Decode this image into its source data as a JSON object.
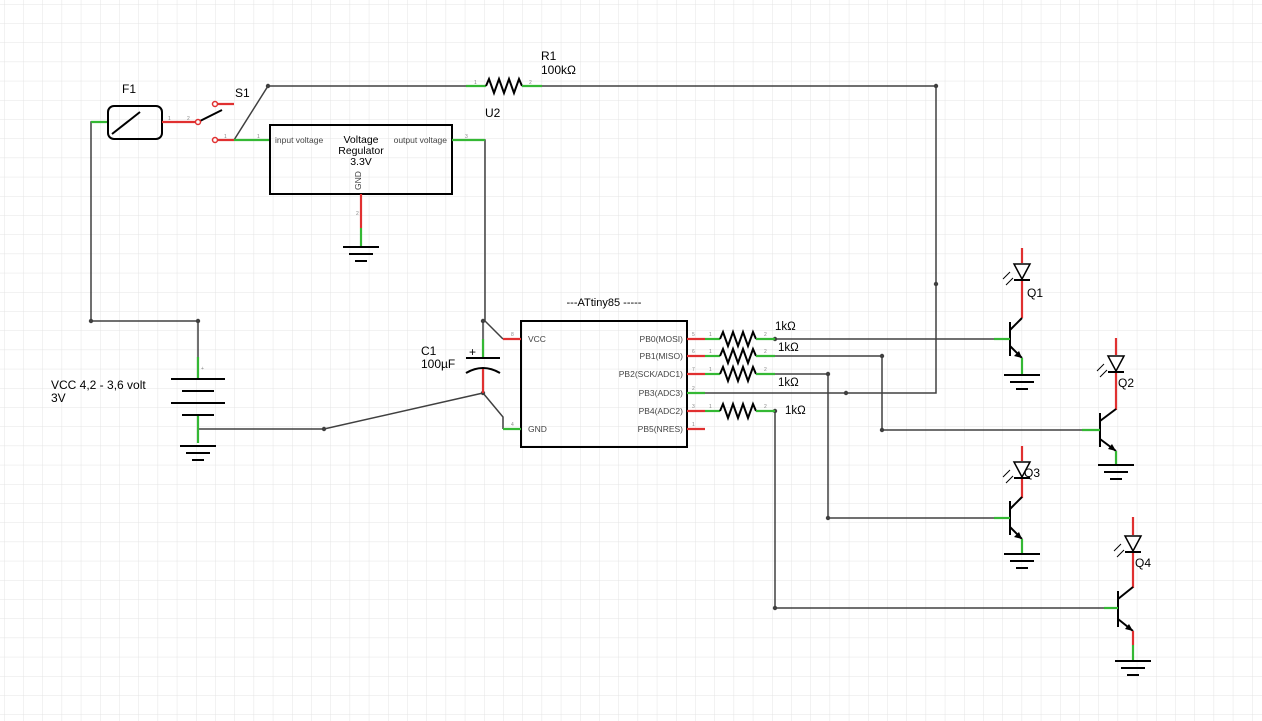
{
  "colors": {
    "grid": "#e4e4e4",
    "wire": "#404040",
    "pin_red": "#e03030",
    "pin_green": "#34b834",
    "component": "#000000"
  },
  "components": {
    "fuse": {
      "ref": "F1"
    },
    "switch": {
      "ref": "S1"
    },
    "resistor_r1": {
      "ref": "R1",
      "value": "100kΩ"
    },
    "regulator": {
      "ref": "U2",
      "title_line1": "Voltage",
      "title_line2": "Regulator",
      "title_line3": "3.3V",
      "pin_input": "input voltage",
      "pin_output": "output voltage",
      "pin_gnd": "GND"
    },
    "capacitor": {
      "ref": "C1",
      "value": "100µF",
      "polarity": "+"
    },
    "battery": {
      "label_line1": "VCC 4,2 - 3,6 volt",
      "label_line2": "3V"
    },
    "mcu": {
      "title": "---ATtiny85 -----",
      "pin_vcc": "VCC",
      "pin_gnd": "GND",
      "pins_right": [
        "PB0(MOSI)",
        "PB1(MISO)",
        "PB2(SCK/ADC1)",
        "PB3(ADC3)",
        "PB4(ADC2)",
        "PB5(NRES)"
      ]
    },
    "resistors_1k": [
      "1kΩ",
      "1kΩ",
      "1kΩ",
      "1kΩ"
    ],
    "transistors": [
      "Q1",
      "Q2",
      "Q3",
      "Q4"
    ]
  }
}
